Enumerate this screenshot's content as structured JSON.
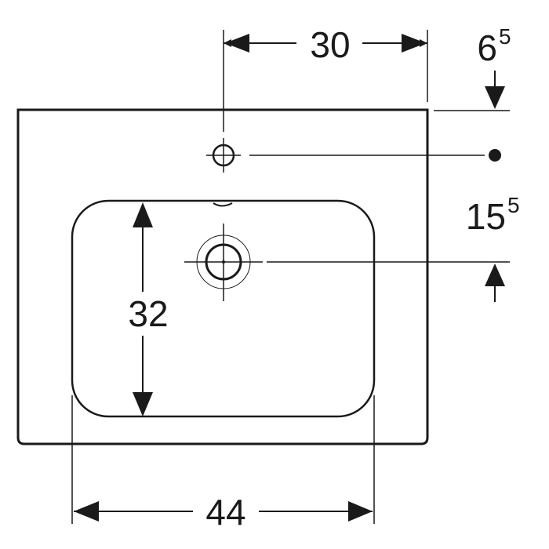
{
  "dimensions": {
    "tap_offset": "30",
    "back_edge_main": "6",
    "back_edge_sup": "5",
    "tap_to_drain_main": "15",
    "tap_to_drain_sup": "5",
    "bowl_depth": "32",
    "bowl_width": "44"
  },
  "colors": {
    "line": "#1a1a1a",
    "background": "#ffffff"
  }
}
